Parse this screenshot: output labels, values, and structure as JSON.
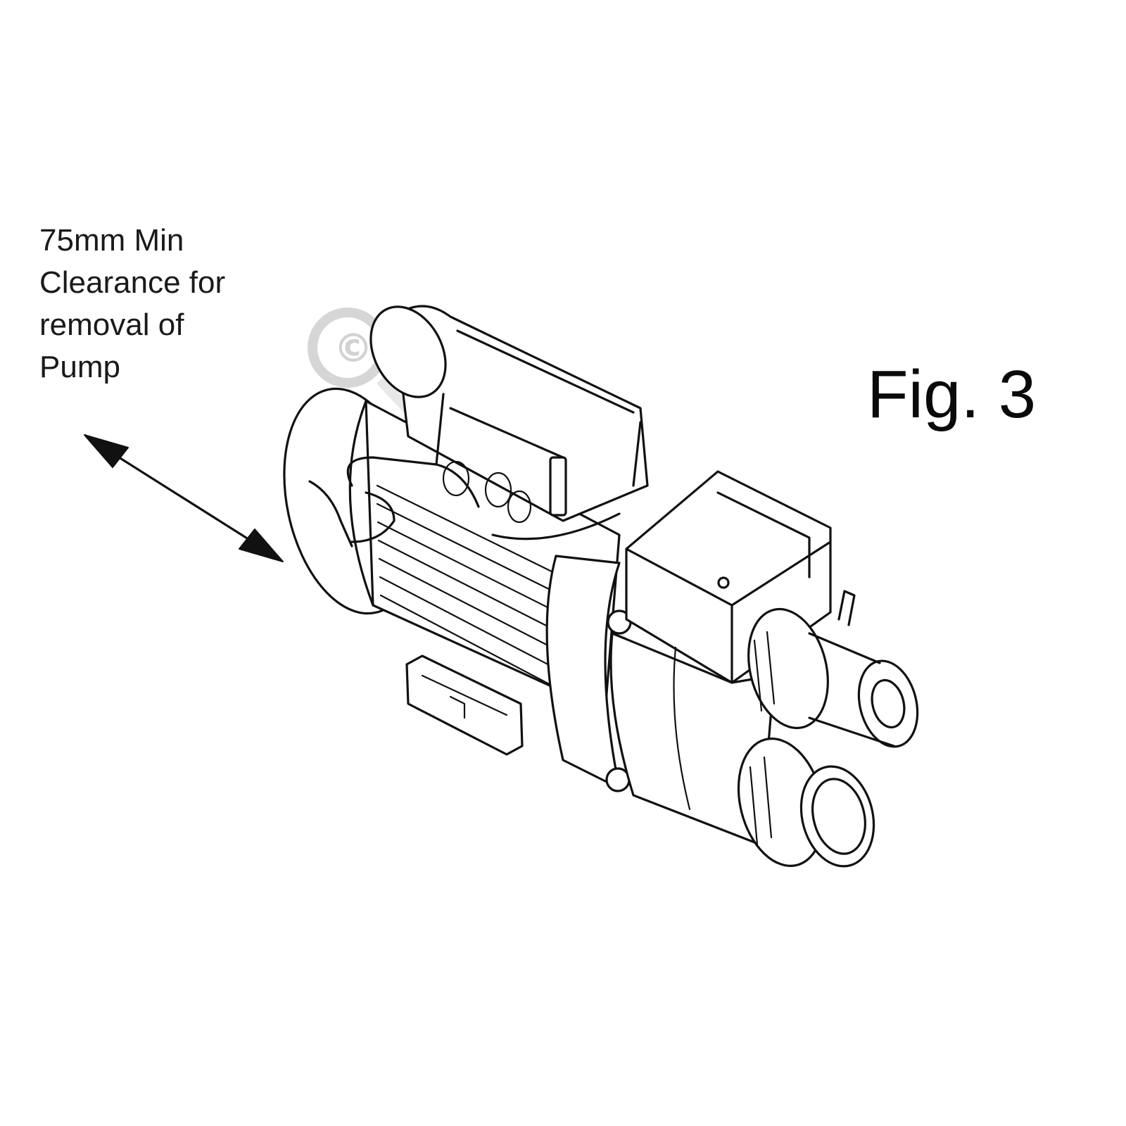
{
  "note": {
    "lines": [
      "75mm Min",
      "Clearance for",
      "removal of",
      "Pump"
    ]
  },
  "figure": {
    "label": "Fig. 3"
  },
  "watermark": {
    "symbol": "©"
  },
  "icons": {
    "arrow": "double-headed-arrow-icon",
    "pump": "pump-motor-icon"
  },
  "colors": {
    "line": "#111111",
    "background": "#ffffff",
    "watermark": "#d2d2d2"
  }
}
